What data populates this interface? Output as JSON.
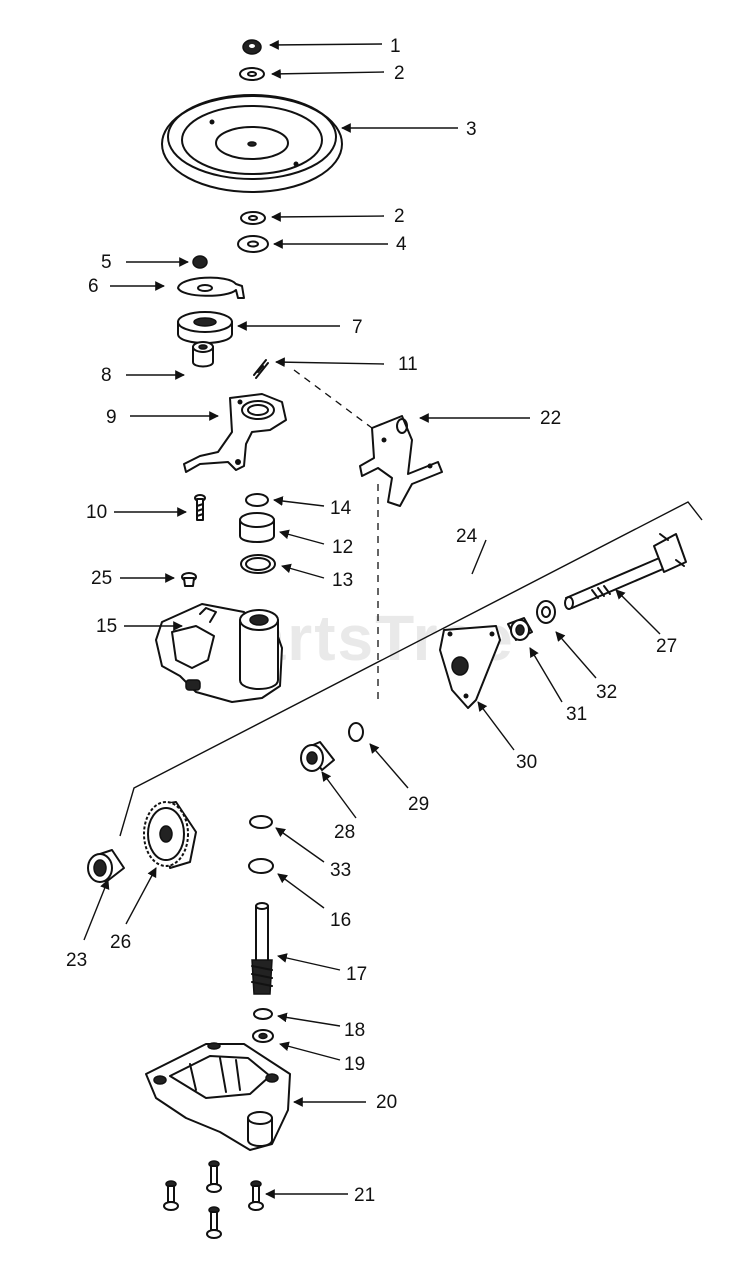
{
  "watermark": "PartsTree",
  "callouts": [
    {
      "id": "1",
      "label": "1"
    },
    {
      "id": "2a",
      "label": "2"
    },
    {
      "id": "3",
      "label": "3"
    },
    {
      "id": "2b",
      "label": "2"
    },
    {
      "id": "4",
      "label": "4"
    },
    {
      "id": "5",
      "label": "5"
    },
    {
      "id": "6",
      "label": "6"
    },
    {
      "id": "7",
      "label": "7"
    },
    {
      "id": "8",
      "label": "8"
    },
    {
      "id": "11",
      "label": "11"
    },
    {
      "id": "9",
      "label": "9"
    },
    {
      "id": "22",
      "label": "22"
    },
    {
      "id": "10",
      "label": "10"
    },
    {
      "id": "14",
      "label": "14"
    },
    {
      "id": "12",
      "label": "12"
    },
    {
      "id": "25",
      "label": "25"
    },
    {
      "id": "13",
      "label": "13"
    },
    {
      "id": "24",
      "label": "24"
    },
    {
      "id": "15",
      "label": "15"
    },
    {
      "id": "27",
      "label": "27"
    },
    {
      "id": "32",
      "label": "32"
    },
    {
      "id": "31",
      "label": "31"
    },
    {
      "id": "30",
      "label": "30"
    },
    {
      "id": "29",
      "label": "29"
    },
    {
      "id": "28",
      "label": "28"
    },
    {
      "id": "33",
      "label": "33"
    },
    {
      "id": "16",
      "label": "16"
    },
    {
      "id": "23",
      "label": "23"
    },
    {
      "id": "26",
      "label": "26"
    },
    {
      "id": "17",
      "label": "17"
    },
    {
      "id": "18",
      "label": "18"
    },
    {
      "id": "19",
      "label": "19"
    },
    {
      "id": "20",
      "label": "20"
    },
    {
      "id": "21",
      "label": "21"
    }
  ]
}
